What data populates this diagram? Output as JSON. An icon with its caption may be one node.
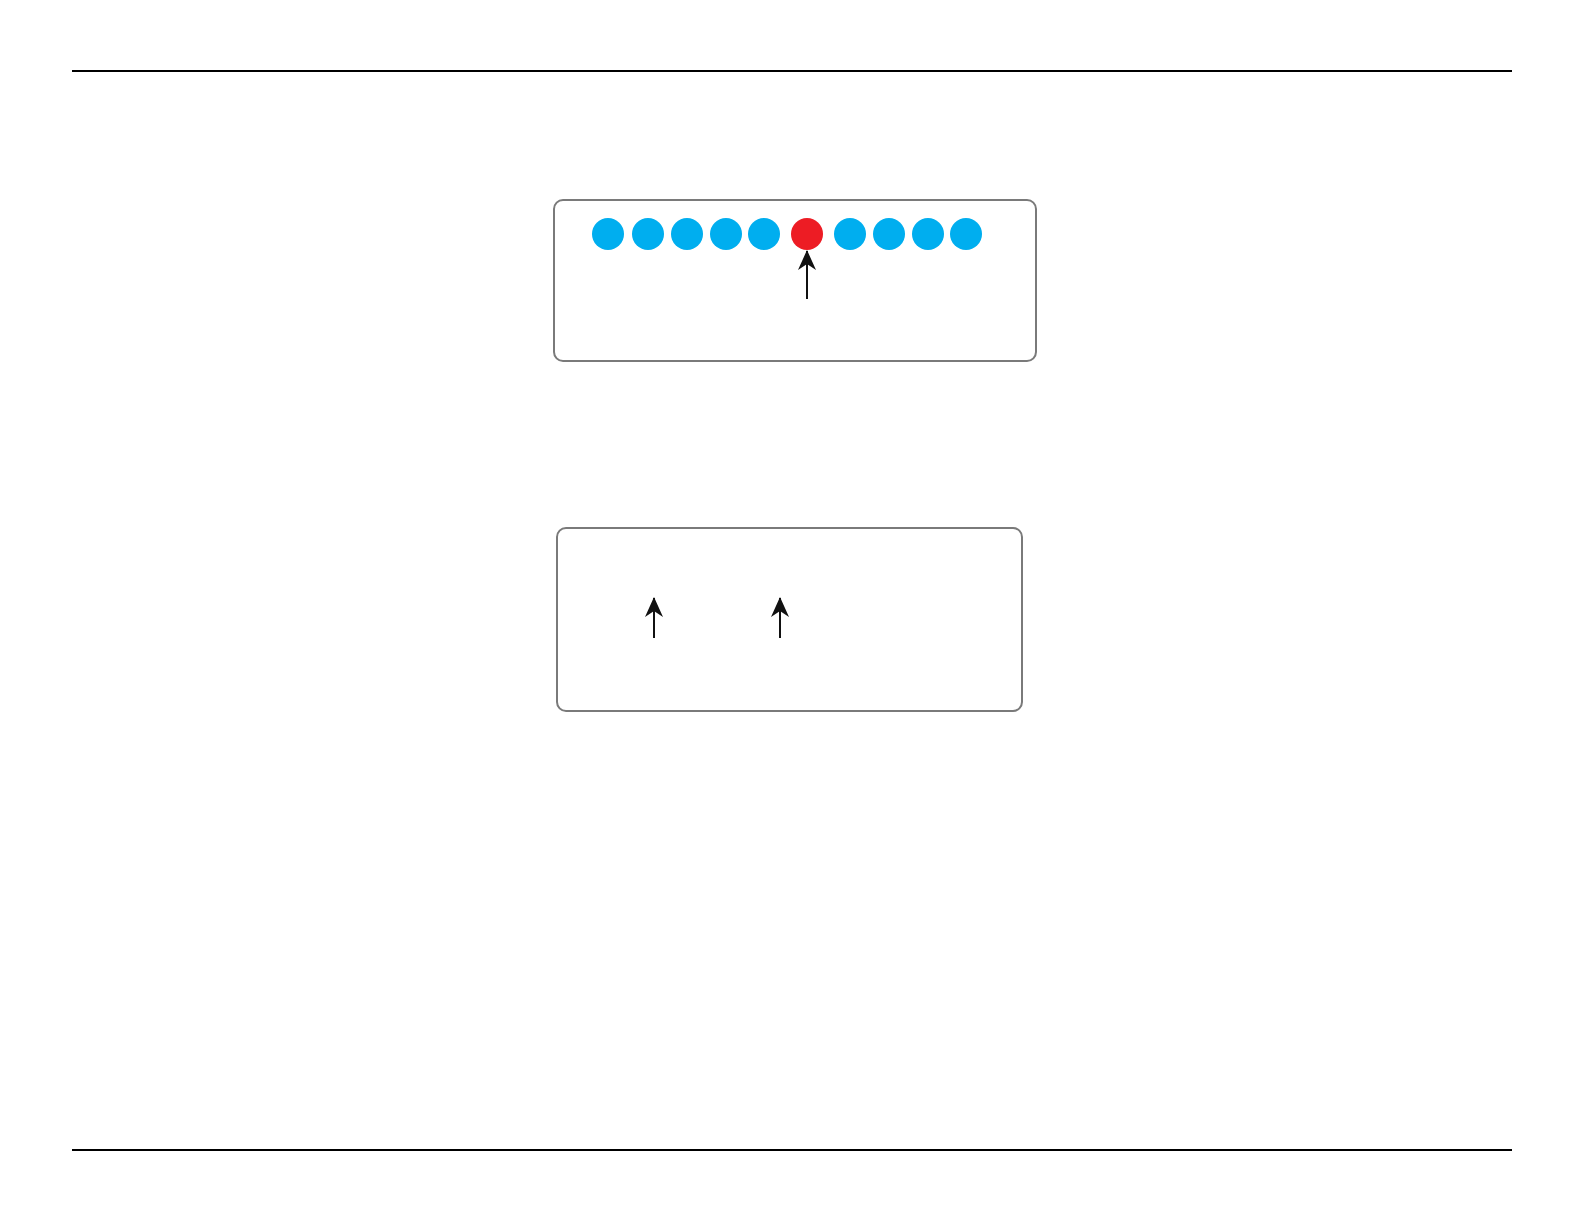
{
  "diagram": {
    "nodes": [
      {
        "text": [],
        "shape": "box"
      },
      {
        "text": [],
        "shape": "circle",
        "in": 0
      },
      {
        "text": [],
        "shape": "circle",
        "in": 0
      },
      {
        "text": [],
        "shape": "circle",
        "in": 0
      },
      {
        "text": [],
        "shape": "circle",
        "in": 0
      },
      {
        "text": [],
        "shape": "circle",
        "in": 0
      },
      {
        "text": [],
        "shape": "circle",
        "in": 0
      },
      {
        "text": [],
        "shape": "circle",
        "in": 0
      },
      {
        "text": [],
        "shape": "circle",
        "in": 0
      },
      {
        "text": [],
        "shape": "circle",
        "in": 0
      },
      {
        "text": [],
        "shape": "circle",
        "in": 0
      },
      {
        "text": [],
        "shape": "box"
      }
    ],
    "edges": [
      {
        "from": null,
        "to": 6,
        "arrow": "to"
      }
    ]
  }
}
